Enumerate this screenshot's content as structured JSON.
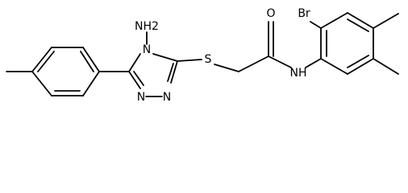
{
  "molecule": {
    "atoms": {
      "amino_n": "NH2",
      "sulfur": "S",
      "triazole_n4": "N",
      "triazole_n1": "N",
      "triazole_n2": "N",
      "carbonyl_o": "O",
      "amide_nh": "NH",
      "bromine": "Br"
    }
  }
}
